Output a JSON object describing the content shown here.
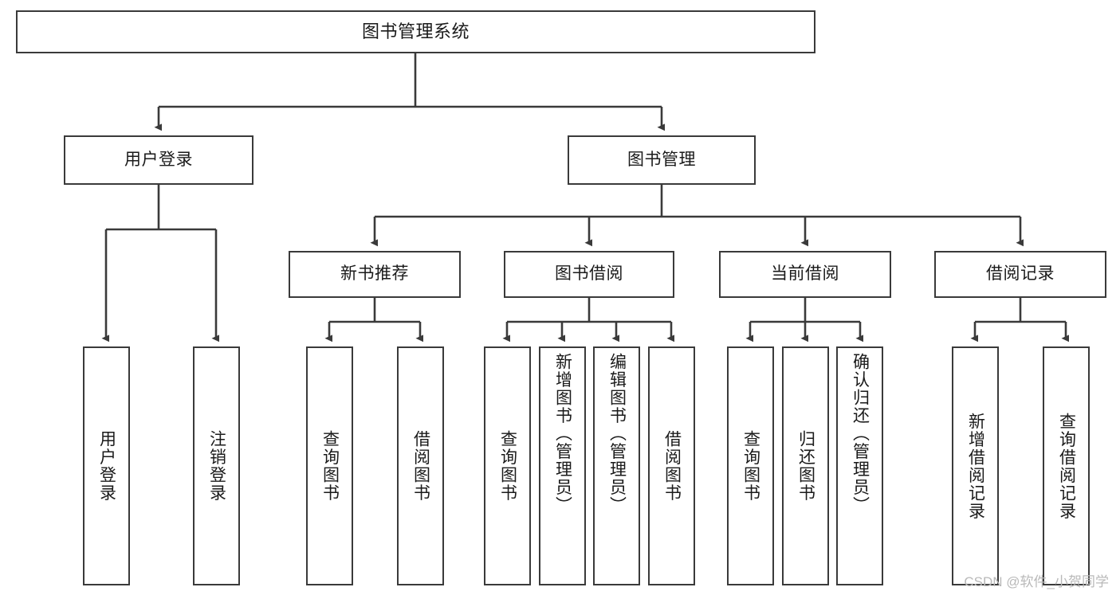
{
  "diagram": {
    "title": "图书管理系统",
    "type": "tree-hierarchy-chart",
    "watermark": "CSDN @软件_小贺同学",
    "stroke_color": "#3a3a3a",
    "background_color": "#ffffff",
    "text_color": "#1a1a1a",
    "watermark_color": "#b9b9b9"
  },
  "nodes": {
    "root": {
      "label": "图书管理系统"
    },
    "level2": [
      {
        "label": "用户登录"
      },
      {
        "label": "图书管理"
      }
    ],
    "level3": [
      {
        "label": "新书推荐"
      },
      {
        "label": "图书借阅"
      },
      {
        "label": "当前借阅"
      },
      {
        "label": "借阅记录"
      }
    ],
    "leaves": {
      "user_login": [
        {
          "label": "用户登录"
        },
        {
          "label": "注销登录"
        }
      ],
      "new_book_recommend": [
        {
          "label": "查询图书"
        },
        {
          "label": "借阅图书"
        }
      ],
      "book_borrow": [
        {
          "label": "查询图书"
        },
        {
          "label": "新增图书（管理员）"
        },
        {
          "label": "编辑图书（管理员）"
        },
        {
          "label": "借阅图书"
        }
      ],
      "current_borrow": [
        {
          "label": "查询图书"
        },
        {
          "label": "归还图书"
        },
        {
          "label": "确认归还（管理员）"
        }
      ],
      "borrow_record": [
        {
          "label": "新增借阅记录"
        },
        {
          "label": "查询借阅记录"
        }
      ]
    }
  }
}
